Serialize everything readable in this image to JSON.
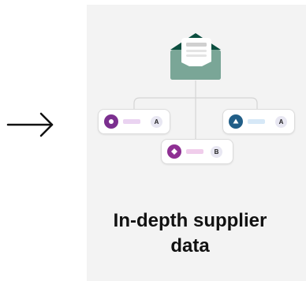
{
  "heading": {
    "line1": "In-depth supplier",
    "line2": "data"
  },
  "icons": {
    "arrow": "right-arrow-icon",
    "envelope": "open-envelope-icon"
  },
  "nodes": [
    {
      "name": "node-left",
      "badge": "A",
      "dot_color": "#7b2f8f",
      "bar_color": "#ead3f1",
      "glyph": "circle"
    },
    {
      "name": "node-right",
      "badge": "A",
      "dot_color": "#215e87",
      "bar_color": "#d6e8f7",
      "glyph": "triangle"
    },
    {
      "name": "node-bottom",
      "badge": "B",
      "dot_color": "#8e2f93",
      "bar_color": "#f0cdeb",
      "glyph": "diamond"
    }
  ],
  "colors": {
    "envelope_dark": "#0b4e3f",
    "envelope_body": "#7aa697",
    "card_background": "#f3f3f3",
    "connector": "#d5d5d5"
  }
}
